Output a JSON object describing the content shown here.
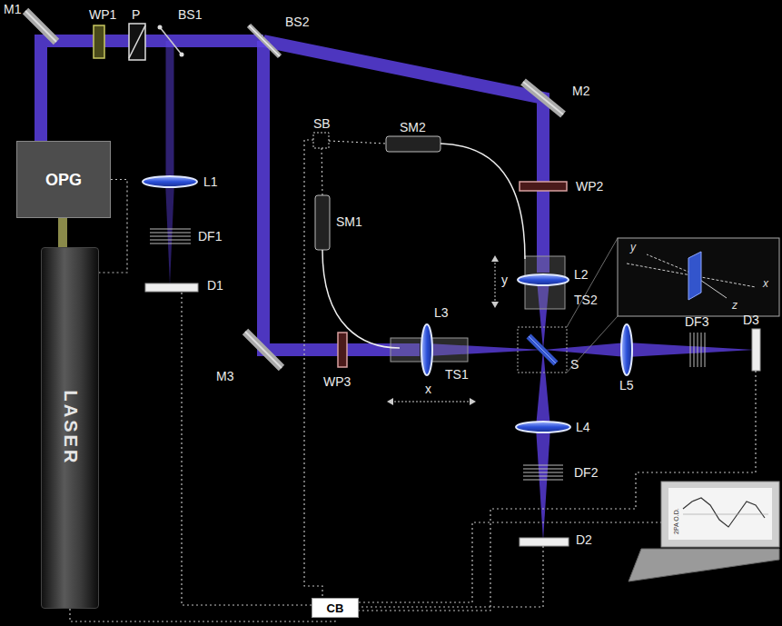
{
  "diagram": {
    "nodes": [
      {
        "text": [
          "OPG"
        ]
      },
      {
        "text": [
          "LASER"
        ]
      },
      {
        "text": [
          "CB"
        ]
      }
    ],
    "edges": [
      {
        "from": 0,
        "to": 1,
        "arrow": "none"
      },
      {
        "from": 1,
        "to": 2,
        "arrow": "none"
      }
    ],
    "labels": [
      "M1",
      "WP1",
      "P",
      "BS1",
      "BS2",
      "L1",
      "DF1",
      "D1",
      "SB",
      "SM2",
      "SM1",
      "M2",
      "WP2",
      "y",
      "L2",
      "TS2",
      "M3",
      "WP3",
      "L3",
      "TS1",
      "x",
      "S",
      "L5",
      "DF3",
      "D3",
      "L4",
      "DF2",
      "D2",
      "y",
      "x",
      "z",
      "2PA O.D."
    ]
  }
}
